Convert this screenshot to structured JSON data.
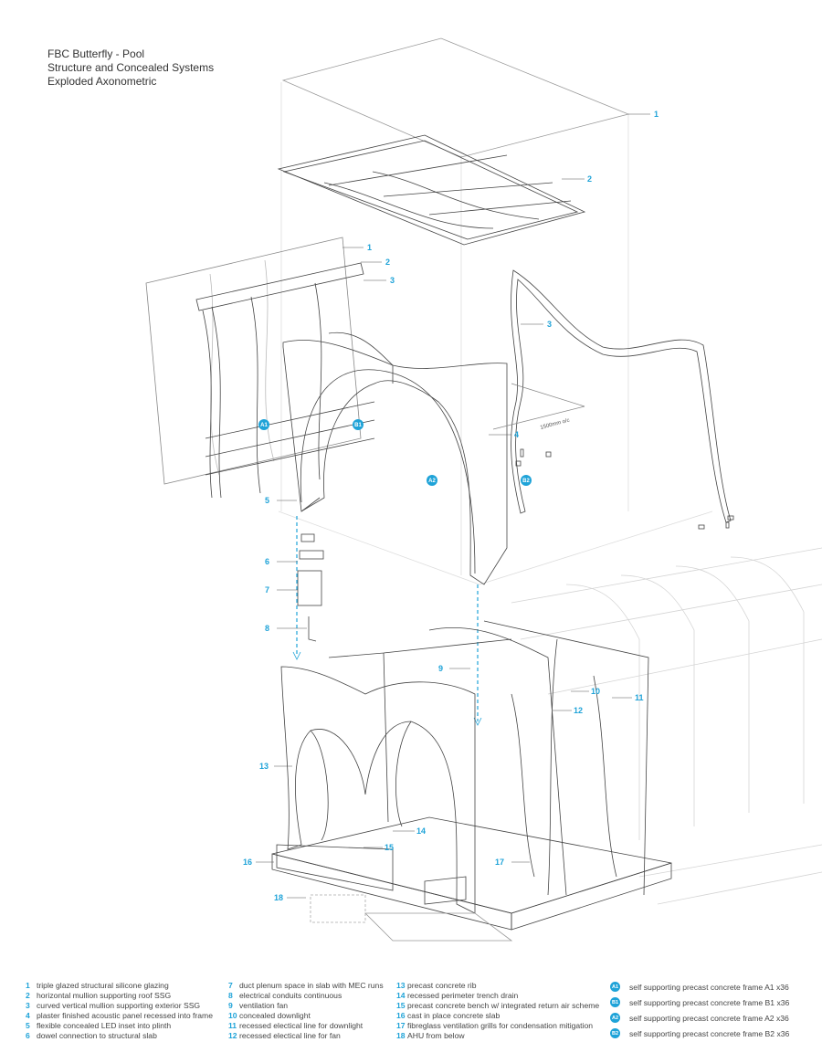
{
  "title": {
    "line1": "FBC Butterfly - Pool",
    "line2": "Structure and Concealed Systems",
    "line3": "Exploded Axonometric"
  },
  "dimension": "1500mm o/c",
  "callouts": {
    "c1a": "1",
    "c2a": "2",
    "c1b": "1",
    "c2b": "2",
    "c3a": "3",
    "c3b": "3",
    "c4": "4",
    "c5": "5",
    "c6": "6",
    "c7": "7",
    "c8": "8",
    "c9": "9",
    "c10": "10",
    "c11": "11",
    "c12": "12",
    "c13": "13",
    "c14": "14",
    "c15": "15",
    "c16": "16",
    "c17": "17",
    "c18": "18",
    "a1": "A1",
    "b1": "B1",
    "a2": "A2",
    "b2": "B2"
  },
  "legend": [
    {
      "num": "1",
      "text": "triple glazed structural silicone glazing"
    },
    {
      "num": "2",
      "text": "horizontal mullion supporting roof SSG"
    },
    {
      "num": "3",
      "text": "curved vertical mullion supporting exterior SSG"
    },
    {
      "num": "4",
      "text": "plaster finished acoustic panel recessed into frame"
    },
    {
      "num": "5",
      "text": "flexible concealed LED inset into plinth"
    },
    {
      "num": "6",
      "text": "dowel connection to structural slab"
    },
    {
      "num": "7",
      "text": "duct plenum space in slab with MEC runs"
    },
    {
      "num": "8",
      "text": "electrical conduits continuous"
    },
    {
      "num": "9",
      "text": "ventilation fan"
    },
    {
      "num": "10",
      "text": "concealed downlight"
    },
    {
      "num": "11",
      "text": "recessed electical line for downlight"
    },
    {
      "num": "12",
      "text": "recessed electical line for fan"
    },
    {
      "num": "13",
      "text": "precast concrete rib"
    },
    {
      "num": "14",
      "text": "recessed perimeter trench drain"
    },
    {
      "num": "15",
      "text": "precast concrete bench w/ integrated return air scheme"
    },
    {
      "num": "16",
      "text": "cast in place concrete slab"
    },
    {
      "num": "17",
      "text": "fibreglass ventilation grills for condensation mitigation"
    },
    {
      "num": "18",
      "text": "AHU from below"
    }
  ],
  "frames": [
    {
      "badge": "A1",
      "text": "self supporting precast concrete frame A1 x36"
    },
    {
      "badge": "B1",
      "text": "self supporting precast concrete frame B1 x36"
    },
    {
      "badge": "A2",
      "text": "self supporting precast concrete frame A2 x36"
    },
    {
      "badge": "B2",
      "text": "self supporting precast concrete frame B2 x36"
    }
  ],
  "colors": {
    "accent": "#1fa3d8",
    "line": "#444444",
    "ghost": "#cccccc"
  }
}
